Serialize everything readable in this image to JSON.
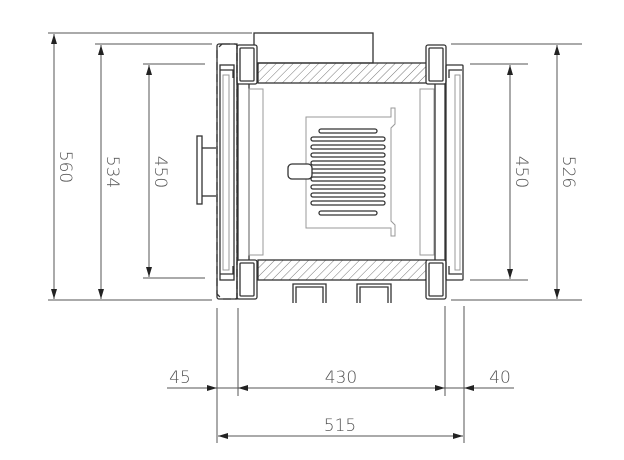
{
  "drawing": {
    "dimensions": {
      "left_outer": "560",
      "left_middle": "534",
      "left_inner": "450",
      "right_inner": "450",
      "right_outer": "526",
      "bottom_left": "45",
      "bottom_center": "430",
      "bottom_right": "40",
      "bottom_total": "515"
    },
    "colors": {
      "line": "#333333",
      "dimension": "#555555"
    }
  }
}
